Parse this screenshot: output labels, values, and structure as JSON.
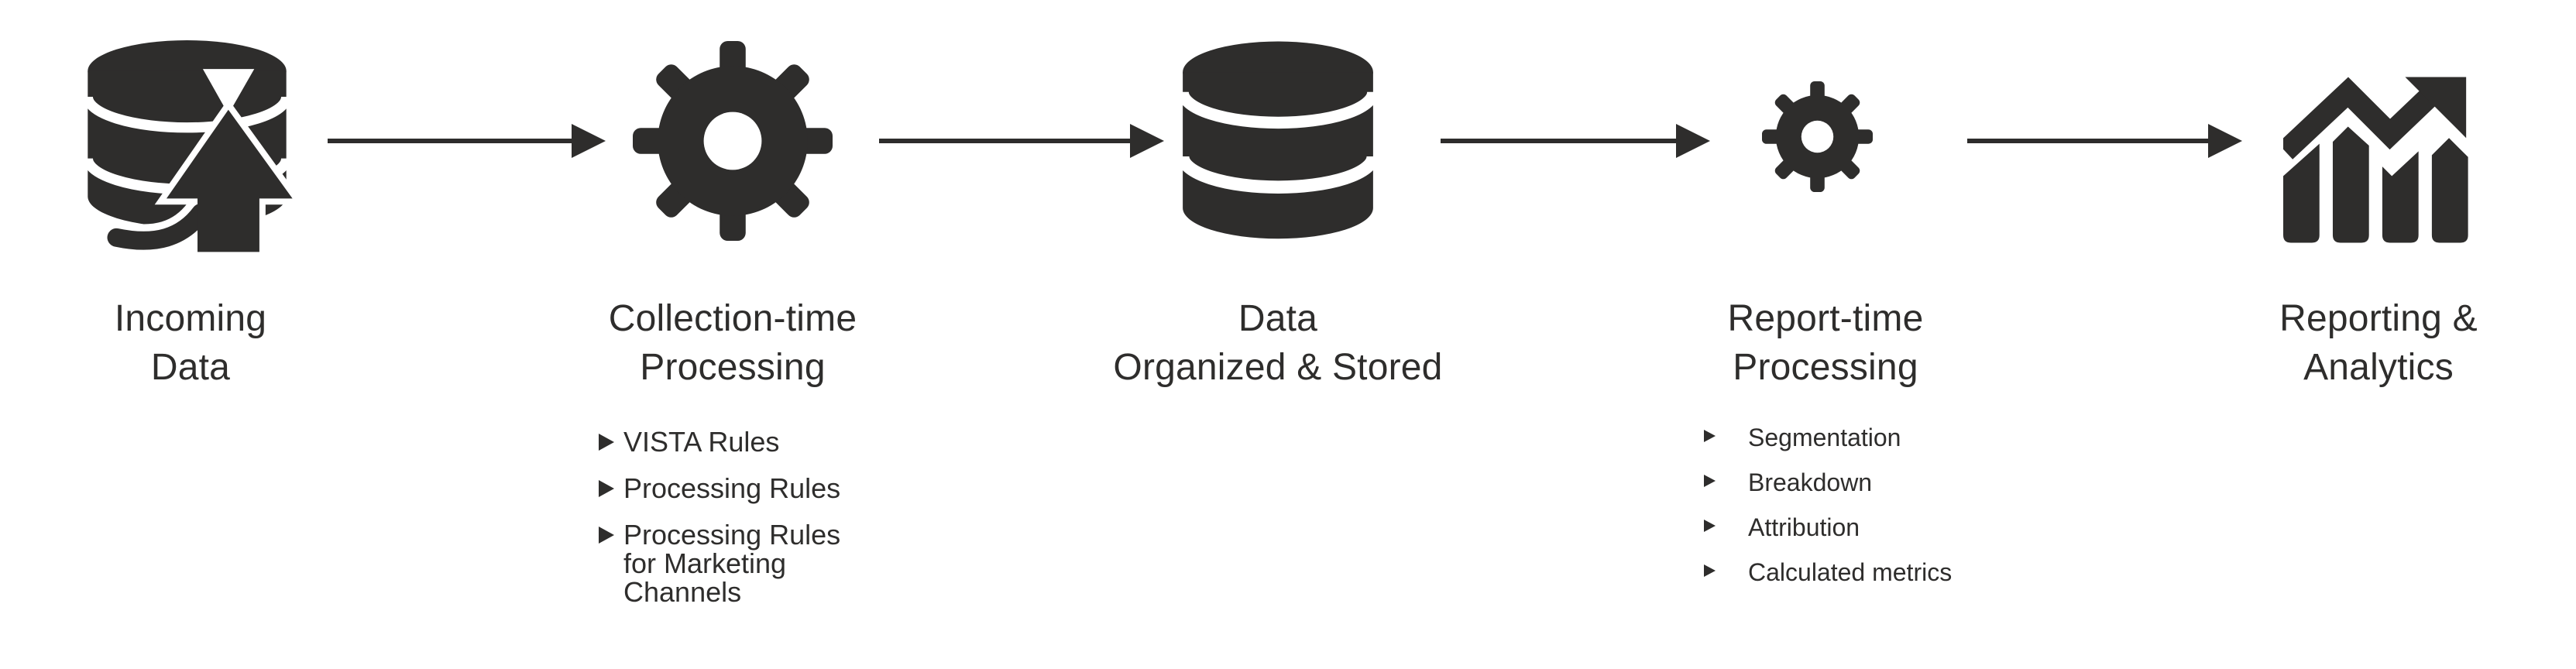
{
  "diagram": {
    "colors": {
      "ink": "#2e2d2c",
      "background": "#ffffff"
    },
    "connectors": [
      [
        0,
        1
      ],
      [
        1,
        2
      ],
      [
        2,
        3
      ],
      [
        3,
        4
      ]
    ],
    "stages": [
      {
        "icon": "database-upload-icon",
        "label_lines": [
          "Incoming",
          "Data"
        ],
        "bullets": []
      },
      {
        "icon": "gear-icon",
        "label_lines": [
          "Collection-time",
          "Processing"
        ],
        "bullets": [
          "VISTA Rules",
          "Processing Rules",
          "Processing Rules for Marketing Channels"
        ]
      },
      {
        "icon": "database-icon",
        "label_lines": [
          "Data",
          "Organized & Stored"
        ],
        "bullets": []
      },
      {
        "icon": "gear-small-icon",
        "label_lines": [
          "Report-time",
          "Processing"
        ],
        "bullets": [
          "Segmentation",
          "Breakdown",
          "Attribution",
          "Calculated metrics"
        ]
      },
      {
        "icon": "bar-chart-trend-icon",
        "label_lines": [
          "Reporting &",
          "Analytics"
        ],
        "bullets": []
      }
    ]
  }
}
